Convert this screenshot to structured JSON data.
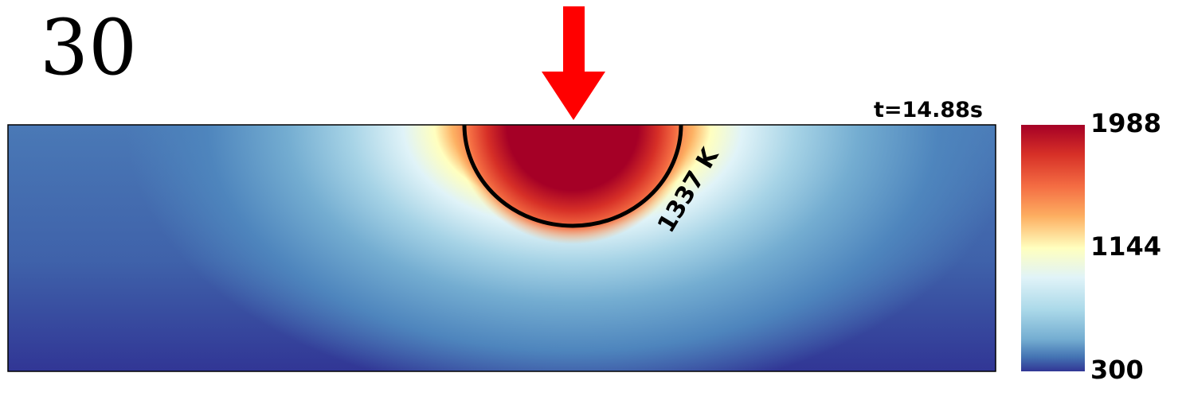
{
  "frame_number": "30",
  "time_label": "t=14.88s",
  "colorbar": {
    "ticks": [
      {
        "label": "1988",
        "value": 1988
      },
      {
        "label": "1144",
        "value": 1144
      },
      {
        "label": "300",
        "value": 300
      }
    ],
    "min": 300,
    "max": 1988
  },
  "contour": {
    "label": "1337 K",
    "value": 1337
  },
  "colors": {
    "arrow": "#ff0000",
    "hot": "#a50026",
    "mid": "#ffffbf",
    "cold": "#313695",
    "contour": "#000000"
  }
}
